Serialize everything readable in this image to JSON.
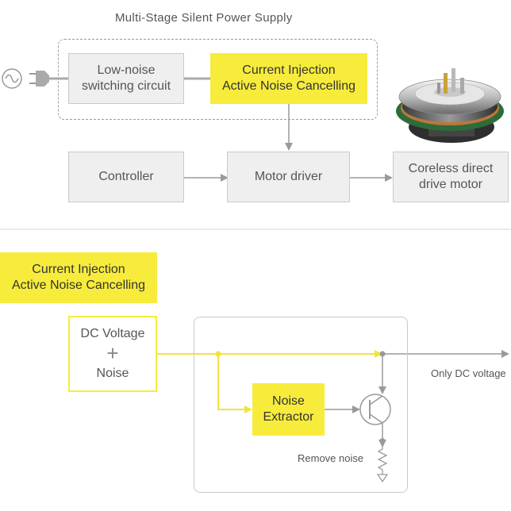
{
  "top": {
    "title": "Multi-Stage Silent Power Supply",
    "low_noise": "Low-noise\nswitching circuit",
    "current_injection": "Current Injection\nActive Noise Cancelling",
    "controller": "Controller",
    "motor_driver": "Motor driver",
    "motor": "Coreless direct\ndrive motor"
  },
  "bottom": {
    "title_box": "Current Injection\nActive Noise Cancelling",
    "dc_voltage": "DC Voltage",
    "plus": "+",
    "noise": "Noise",
    "noise_extractor": "Noise\nExtractor",
    "only_dc": "Only DC voltage",
    "remove_noise": "Remove noise"
  },
  "colors": {
    "accent_yellow": "#f7ec3c",
    "box_gray": "#efefef",
    "line_gray": "#9a9a9a"
  },
  "icons": [
    "ac-source-icon",
    "power-plug-icon",
    "motor-image-icon",
    "transistor-icon",
    "resistor-ground-icon"
  ]
}
